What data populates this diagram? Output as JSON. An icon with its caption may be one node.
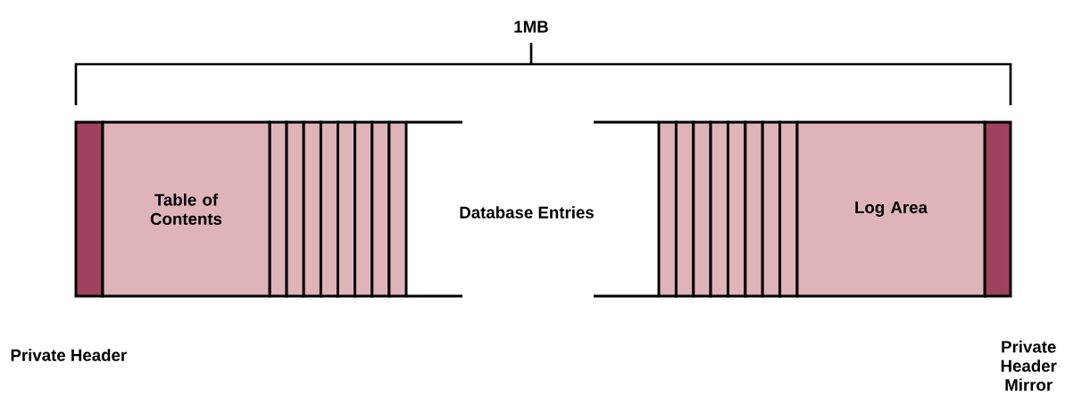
{
  "diagram": {
    "nodes": [
      {
        "text": [
          "Table of Contents"
        ]
      },
      {
        "text": [
          "Log Area"
        ]
      }
    ],
    "labels": [
      "1MB",
      "Database Entries",
      "Private Header",
      "Private Header Mirror"
    ]
  }
}
